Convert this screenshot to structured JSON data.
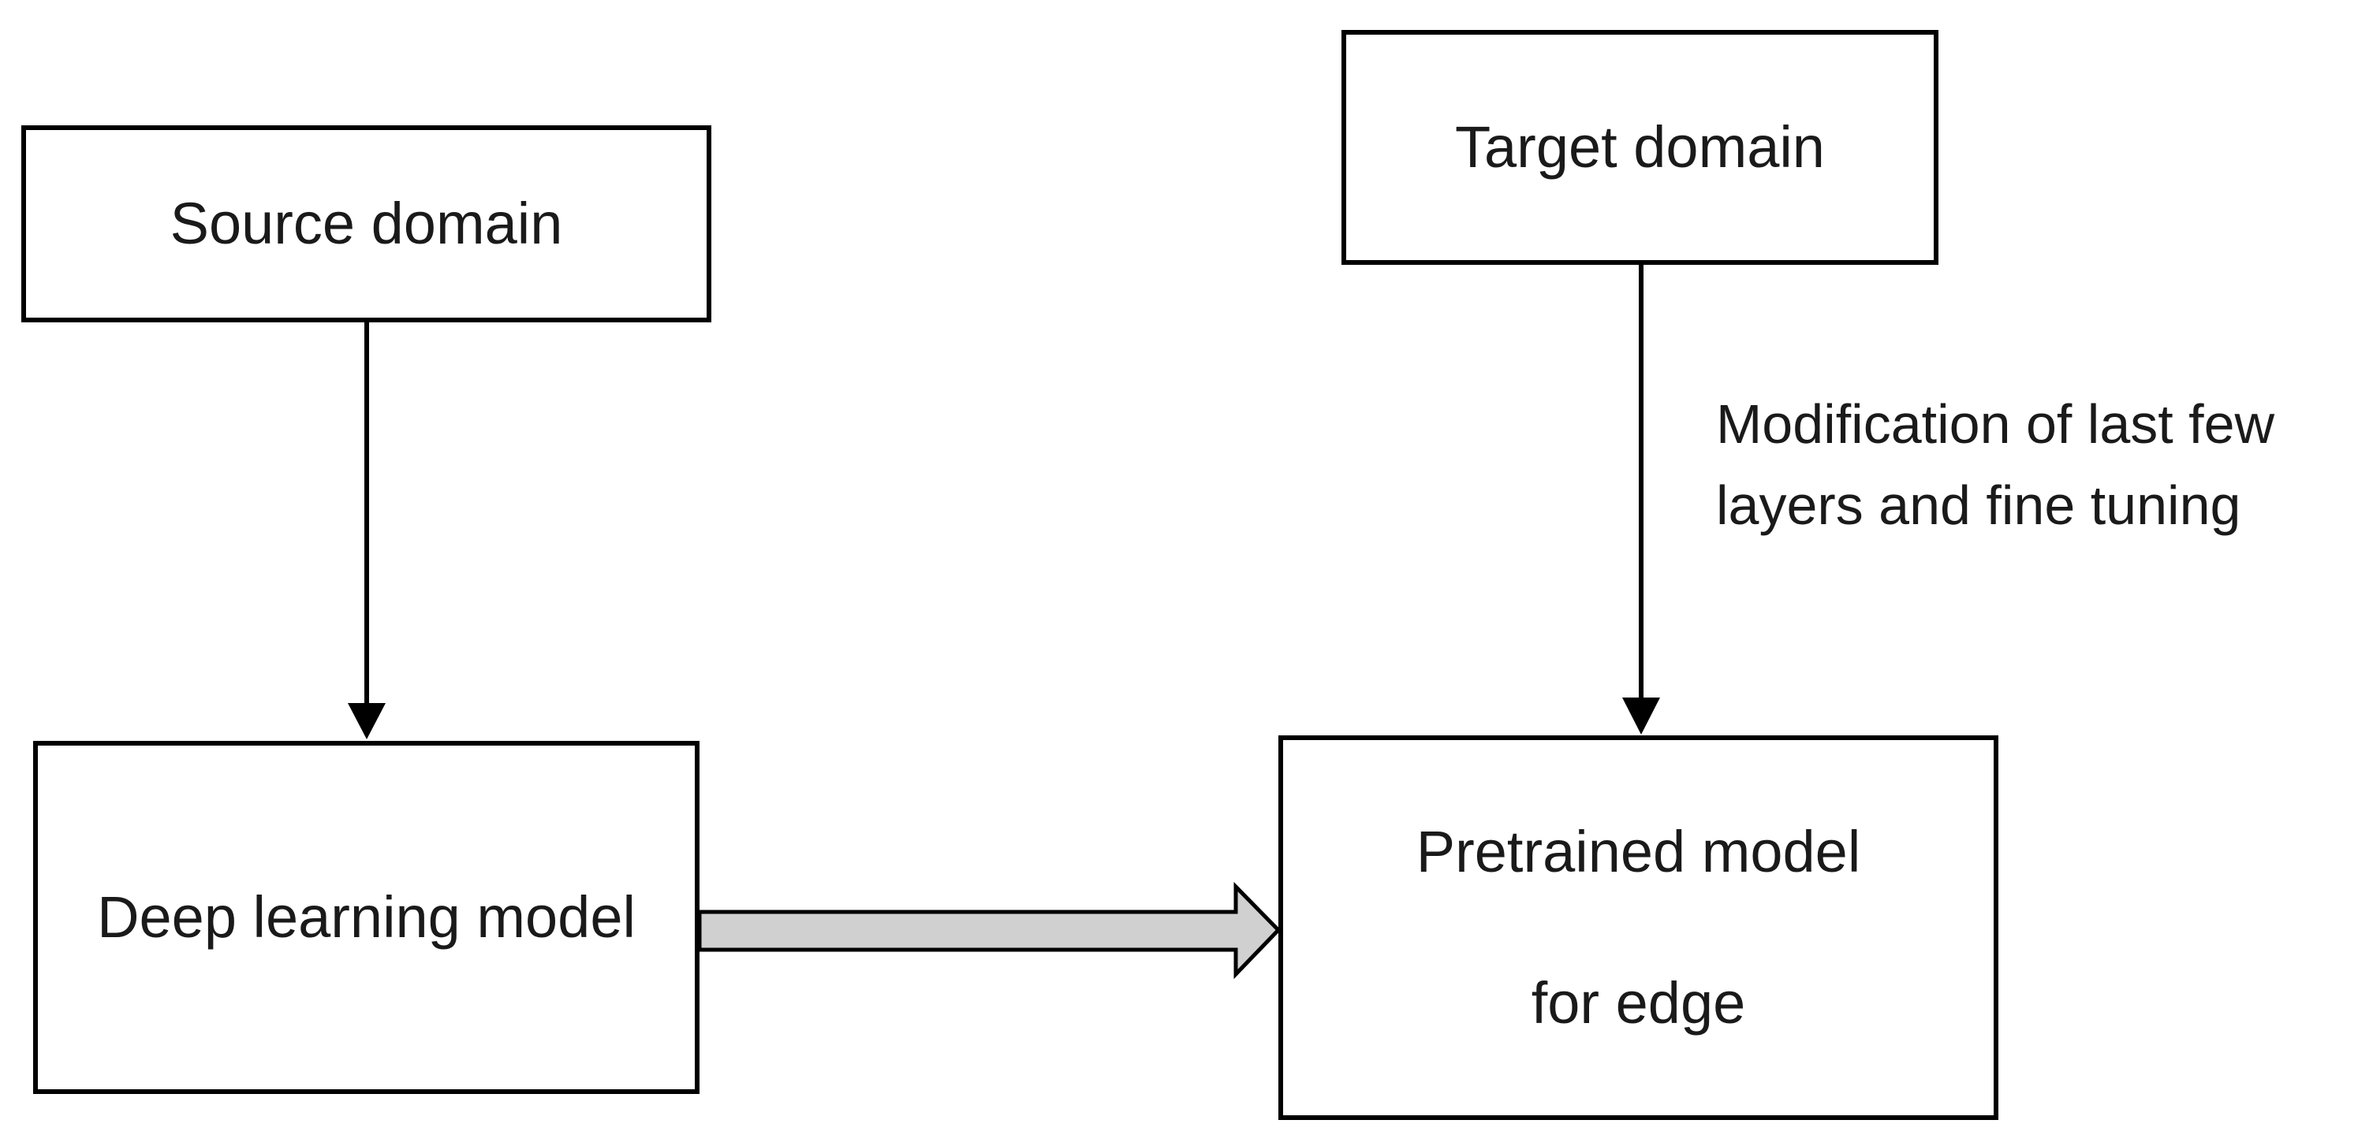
{
  "diagram": {
    "nodes": {
      "source_domain": "Source domain",
      "target_domain": "Target domain",
      "deep_learning_model": "Deep learning model",
      "pretrained_model": [
        "Pretrained model",
        "for edge"
      ]
    },
    "edges": [
      {
        "from": "source_domain",
        "to": "deep_learning_model",
        "style": "line-arrow"
      },
      {
        "from": "target_domain",
        "to": "pretrained_model",
        "style": "line-arrow",
        "label": [
          "Modification of last few",
          "layers and fine tuning"
        ]
      },
      {
        "from": "deep_learning_model",
        "to": "pretrained_model",
        "style": "block-arrow"
      }
    ],
    "colors": {
      "stroke": "#000000",
      "block_arrow_fill": "#d0d0d0",
      "background": "#ffffff"
    }
  }
}
